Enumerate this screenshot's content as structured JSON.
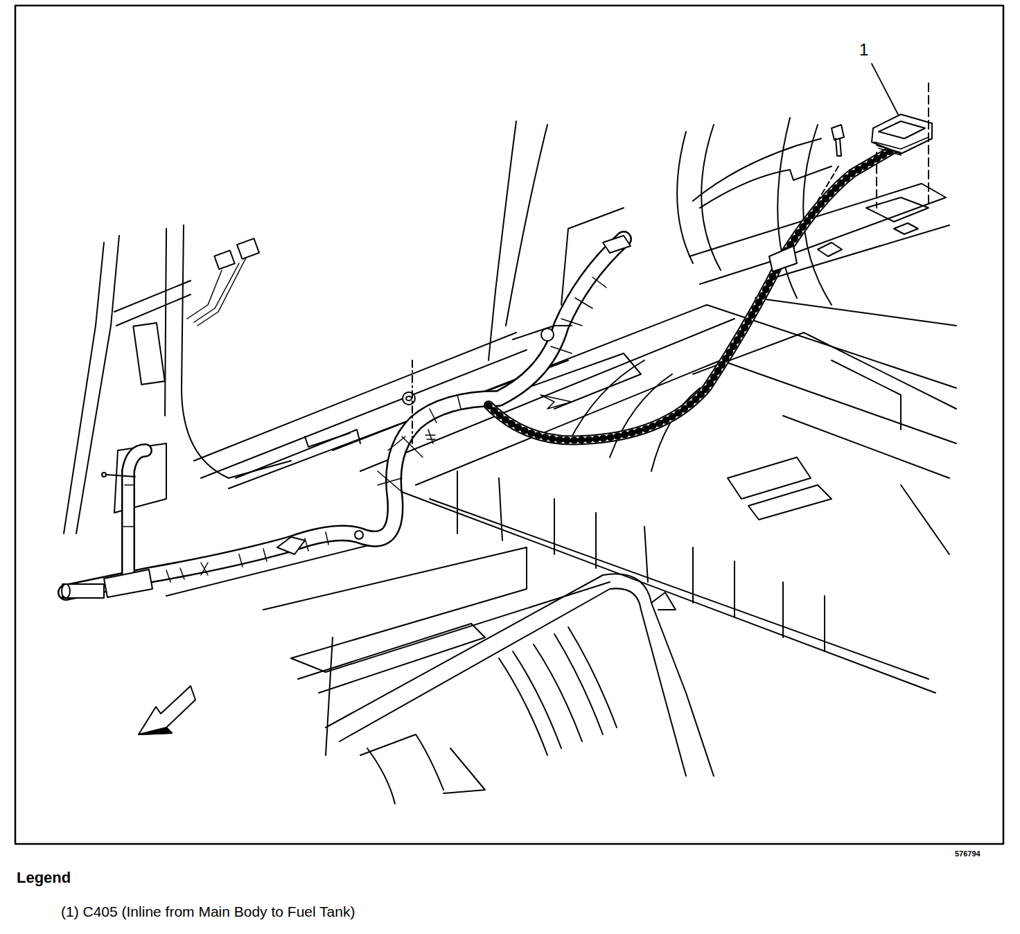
{
  "diagram": {
    "labels": [
      "1",
      "576794",
      "Legend"
    ],
    "legend": [
      {
        "text": "(1) C405 (Inline from Main Body to Fuel Tank)"
      }
    ]
  }
}
